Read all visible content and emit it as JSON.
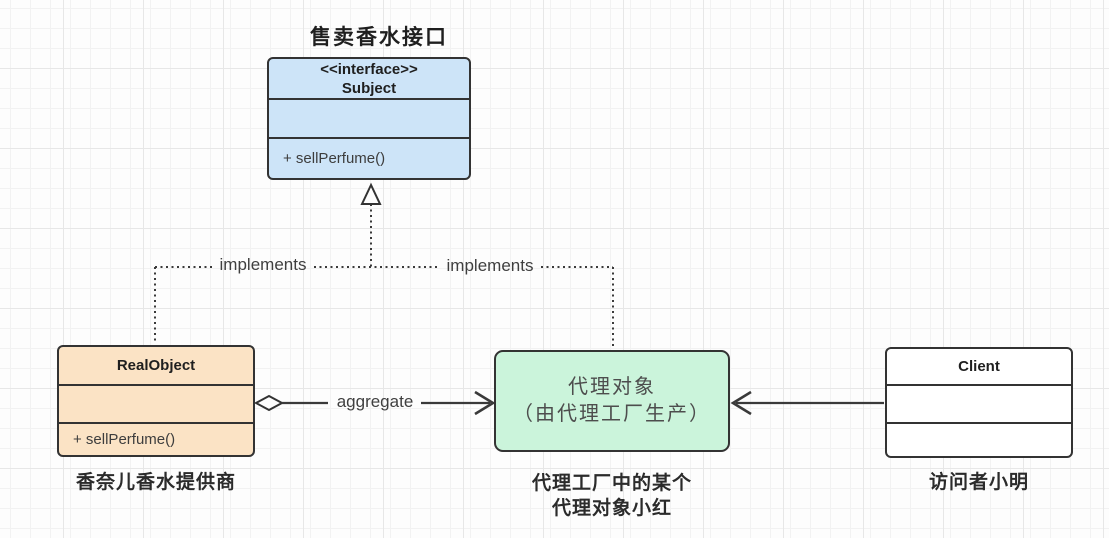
{
  "colors": {
    "border": "#333333",
    "edge": "#3a3a3a",
    "interface_fill": "#cde4f8",
    "real_object_fill": "#fbe3c5",
    "proxy_fill": "#cbf4db",
    "client_fill": "#ffffff",
    "canvas_bg": "#fdfdfd"
  },
  "nodes": {
    "interface": {
      "title_above": "售卖香水接口",
      "stereotype": "<<interface>>",
      "name": "Subject",
      "method": "+ sellPerfume()",
      "fill": "#cde4f8"
    },
    "real_object": {
      "name": "RealObject",
      "method": "+ sellPerfume()",
      "caption": "香奈儿香水提供商",
      "fill": "#fbe3c5"
    },
    "proxy": {
      "label_line1": "代理对象",
      "label_line2": "（由代理工厂生产）",
      "caption_line1": "代理工厂中的某个",
      "caption_line2": "代理对象小红",
      "fill": "#cbf4db"
    },
    "client": {
      "name": "Client",
      "caption": "访问者小明",
      "fill": "#ffffff"
    }
  },
  "edges": {
    "implements_left": {
      "label": "implements",
      "type": "realization",
      "style": "dotted"
    },
    "implements_right": {
      "label": "implements",
      "type": "realization",
      "style": "dotted"
    },
    "aggregate": {
      "label": "aggregate",
      "type": "aggregation",
      "style": "solid"
    },
    "client_to_proxy": {
      "type": "association",
      "style": "solid"
    }
  }
}
